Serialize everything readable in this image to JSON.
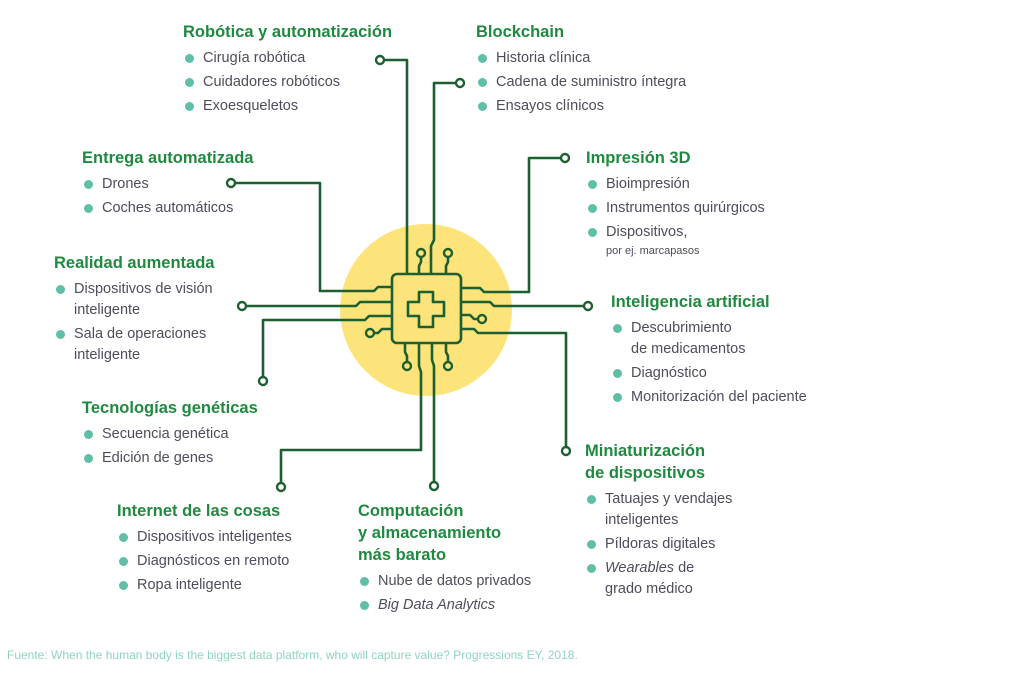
{
  "colors": {
    "heading": "#1f8a3f",
    "bullet": "#5fbfa6",
    "circuit": "#1d5f30",
    "chip_fill": "#fde47a",
    "footer": "#8fd3c2"
  },
  "center_icon": "medical-cross-chip-icon",
  "groups": [
    {
      "id": "robotica",
      "title": [
        "Robótica y automatización"
      ],
      "items": [
        {
          "lines": [
            "Cirugía robótica"
          ]
        },
        {
          "lines": [
            "Cuidadores robóticos"
          ]
        },
        {
          "lines": [
            "Exoesqueletos"
          ]
        }
      ]
    },
    {
      "id": "blockchain",
      "title": [
        "Blockchain"
      ],
      "items": [
        {
          "lines": [
            "Historia clínica"
          ]
        },
        {
          "lines": [
            "Cadena de suministro íntegra"
          ]
        },
        {
          "lines": [
            "Ensayos clínicos"
          ]
        }
      ]
    },
    {
      "id": "entrega",
      "title": [
        "Entrega automatizada"
      ],
      "items": [
        {
          "lines": [
            "Drones"
          ]
        },
        {
          "lines": [
            "Coches automáticos"
          ]
        }
      ]
    },
    {
      "id": "realidad",
      "title": [
        "Realidad aumentada"
      ],
      "items": [
        {
          "lines": [
            "Dispositivos de visión",
            "inteligente"
          ]
        },
        {
          "lines": [
            "Sala de operaciones",
            "inteligente"
          ]
        }
      ]
    },
    {
      "id": "geneticas",
      "title": [
        "Tecnologías genéticas"
      ],
      "items": [
        {
          "lines": [
            "Secuencia genética"
          ]
        },
        {
          "lines": [
            "Edición de genes"
          ]
        }
      ]
    },
    {
      "id": "internet",
      "title": [
        "Internet de las cosas"
      ],
      "items": [
        {
          "lines": [
            "Dispositivos inteligentes"
          ]
        },
        {
          "lines": [
            "Diagnósticos en remoto"
          ]
        },
        {
          "lines": [
            "Ropa inteligente"
          ]
        }
      ]
    },
    {
      "id": "computacion",
      "title": [
        "Computación",
        "y almacenamiento",
        "más barato"
      ],
      "items": [
        {
          "lines": [
            "Nube de datos privados"
          ]
        },
        {
          "lines": [
            "Big Data Analytics"
          ],
          "italic": true
        }
      ]
    },
    {
      "id": "impresion",
      "title": [
        "Impresión 3D"
      ],
      "items": [
        {
          "lines": [
            "Bioimpresión"
          ]
        },
        {
          "lines": [
            "Instrumentos quirúrgicos"
          ]
        },
        {
          "lines": [
            "Dispositivos,"
          ],
          "note": "por ej. marcapasos"
        }
      ]
    },
    {
      "id": "ia",
      "title": [
        "Inteligencia artificial"
      ],
      "items": [
        {
          "lines": [
            "Descubrimiento",
            "de medicamentos"
          ]
        },
        {
          "lines": [
            "Diagnóstico"
          ]
        },
        {
          "lines": [
            "Monitorización del paciente"
          ]
        }
      ]
    },
    {
      "id": "mini",
      "title": [
        "Miniaturización",
        "de dispositivos"
      ],
      "items": [
        {
          "lines": [
            "Tatuajes y vendajes",
            "inteligentes"
          ]
        },
        {
          "lines": [
            "Píldoras digitales"
          ]
        },
        {
          "lines": [
            "de",
            "grado médico"
          ],
          "italic_prefix": "Wearables"
        }
      ]
    }
  ],
  "footer": "Fuente: When the human body is the biggest data platform, who will capture value? Progressions EY, 2018."
}
